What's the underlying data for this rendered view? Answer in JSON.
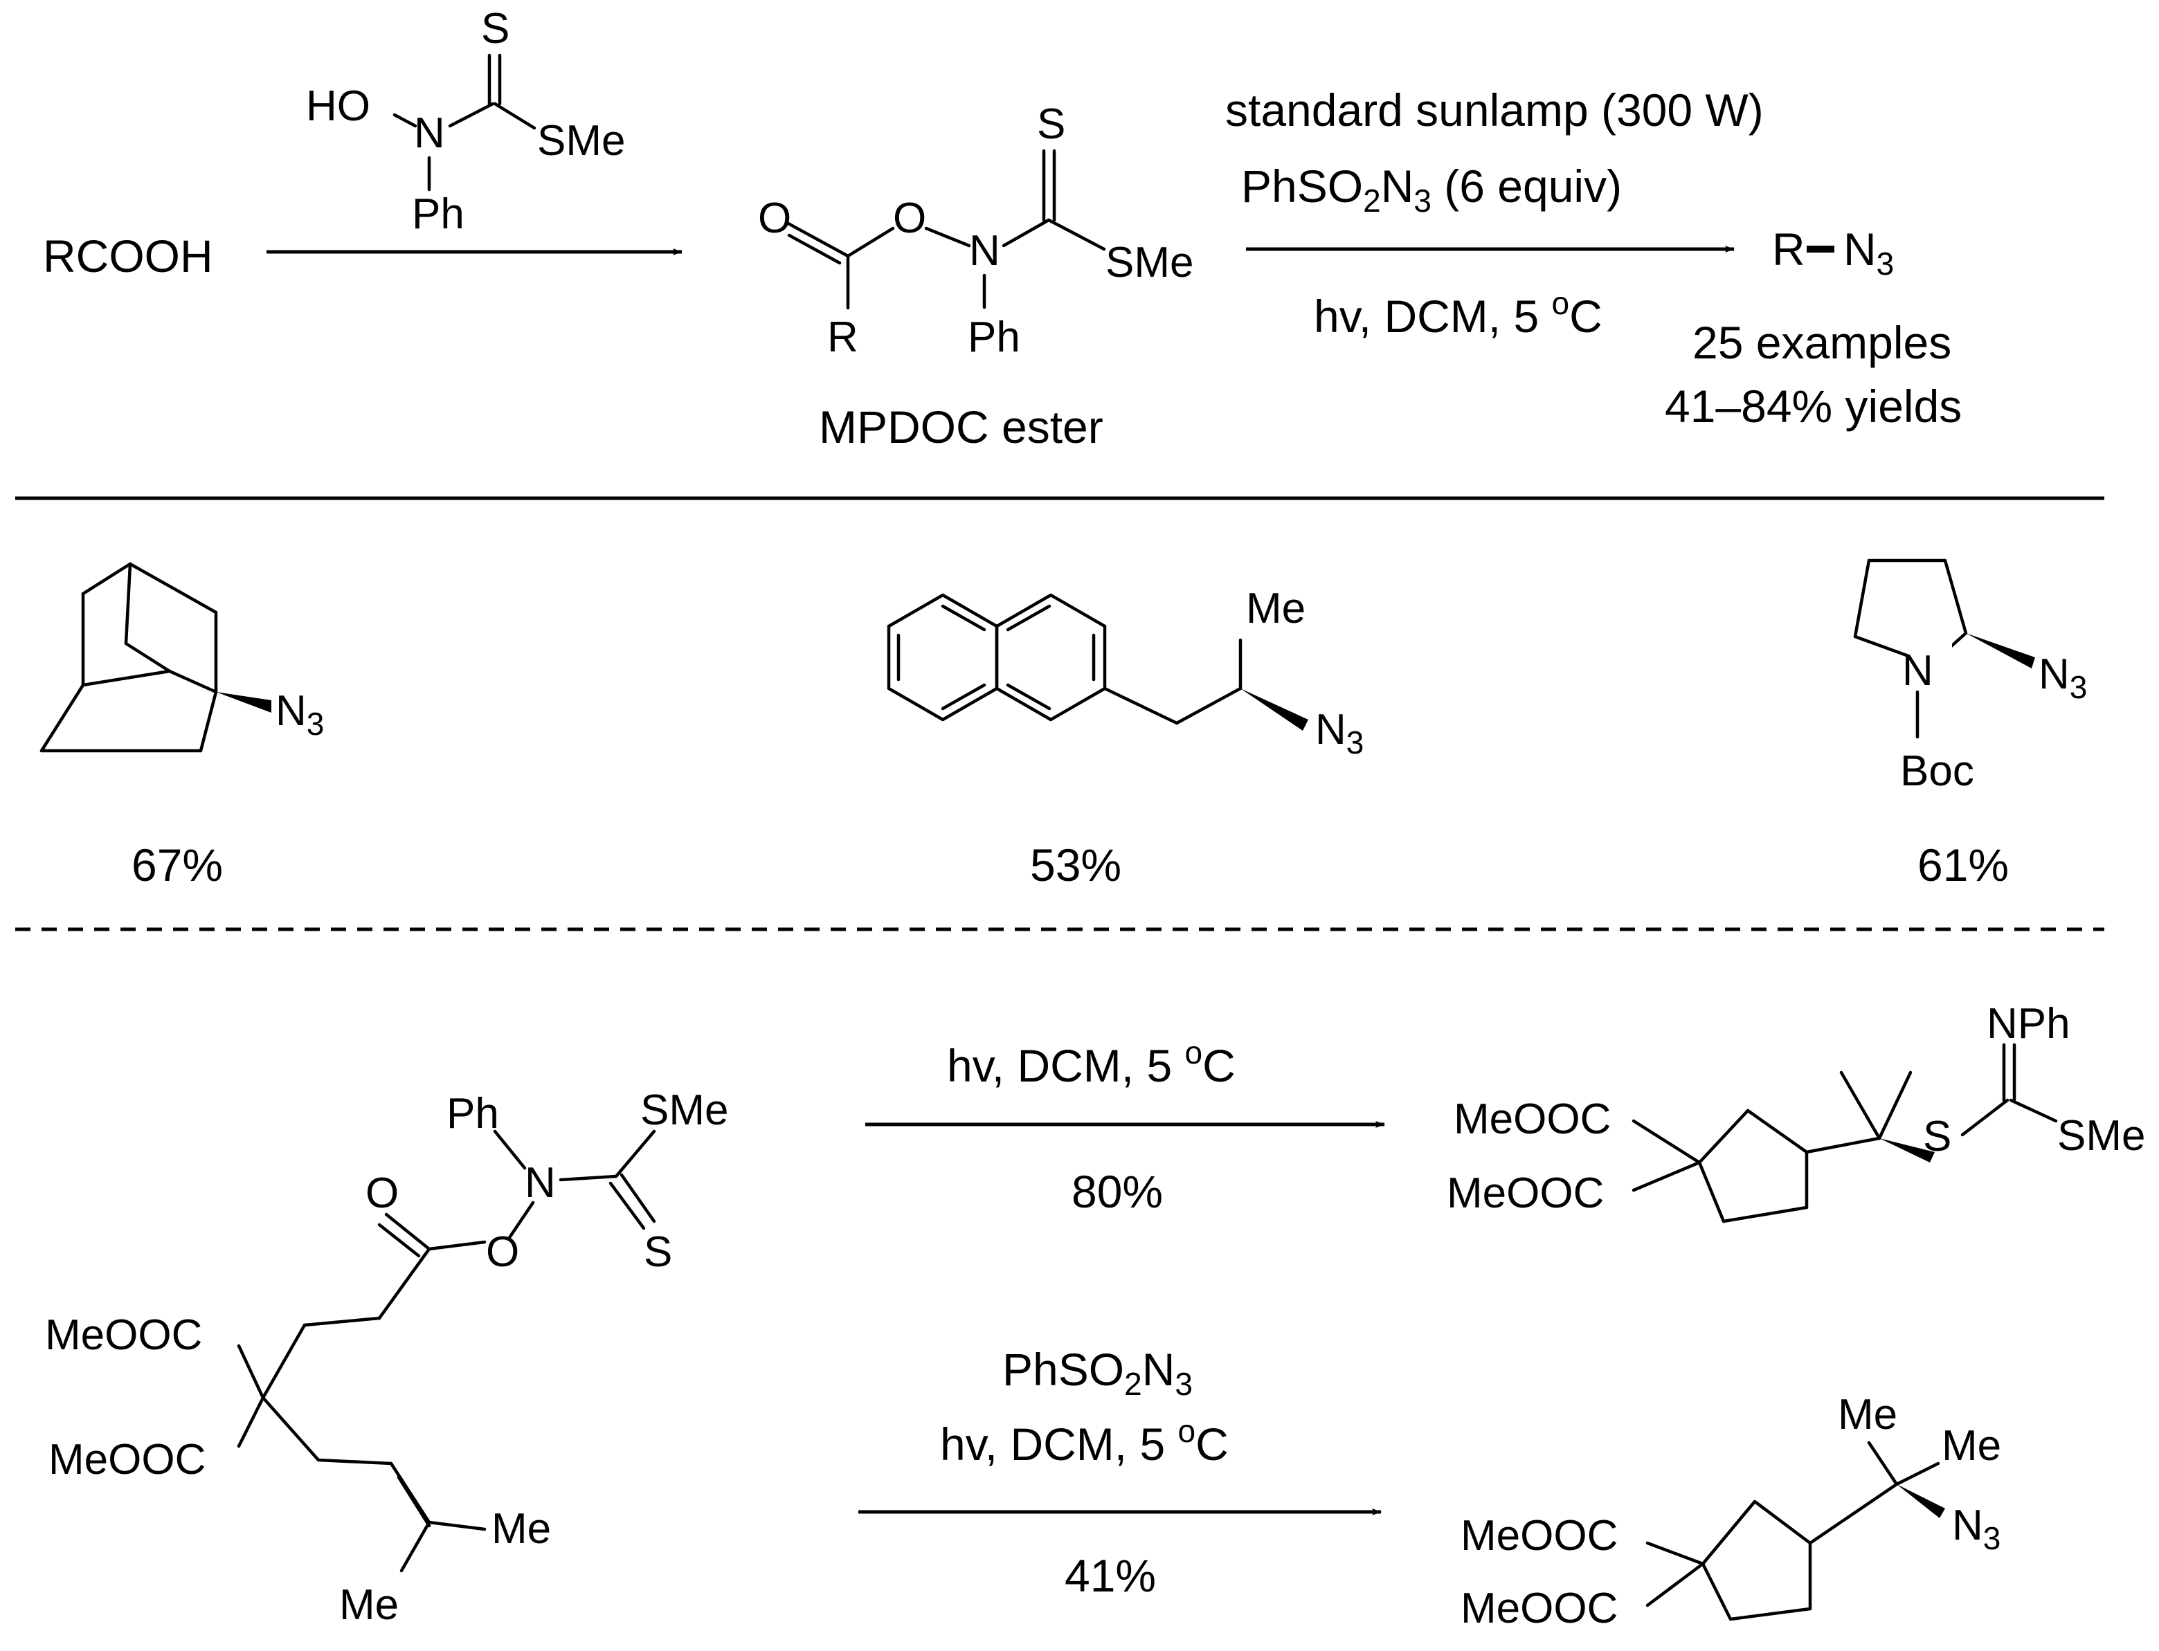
{
  "step1": {
    "reactant": "RCOOH",
    "product_caption": "MPDOC ester"
  },
  "step2": {
    "cond_line1": "standard sunlamp (300 W)",
    "cond_line2": "PhSO2N3 (6 equiv)",
    "cond_line3": "hv, DCM, 5 °C",
    "product": "R–N3",
    "examples": "25 examples",
    "yields": "41–84% yields"
  },
  "examples": [
    {
      "yield": "67%"
    },
    {
      "yield": "53%"
    },
    {
      "yield": "61%"
    }
  ],
  "labels": {
    "atoms": {
      "S": "S",
      "HO": "HO",
      "N": "N",
      "SMe": "SMe",
      "Ph": "Ph",
      "O": "O",
      "R": "R",
      "N3_N": "N",
      "N3_sub": "3",
      "Me": "Me",
      "Boc": "Boc",
      "MeOOC": "MeOOC",
      "NPh": "NPh",
      "PhSO2N3": "PhSO2N3"
    }
  },
  "radical": {
    "path_a": {
      "conditions": "hv, DCM, 5 °C",
      "yield": "80%"
    },
    "path_b": {
      "conditions_line1": "PhSO2N3",
      "conditions_line2": "hv, DCM, 5 °C",
      "yield": "41%"
    }
  }
}
